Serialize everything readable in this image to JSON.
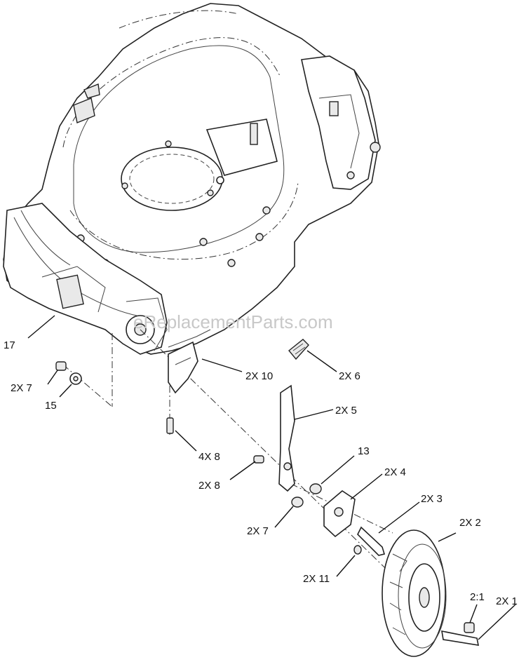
{
  "watermark": "eReplacementParts.com",
  "callouts": [
    {
      "id": "17",
      "text": "17"
    },
    {
      "id": "2x7a",
      "text": "2X 7"
    },
    {
      "id": "15",
      "text": "15"
    },
    {
      "id": "2x10",
      "text": "2X 10"
    },
    {
      "id": "2x6",
      "text": "2X 6"
    },
    {
      "id": "2x5",
      "text": "2X 5"
    },
    {
      "id": "4x8",
      "text": "4X 8"
    },
    {
      "id": "13",
      "text": "13"
    },
    {
      "id": "2x8",
      "text": "2X 8"
    },
    {
      "id": "2x4",
      "text": "2X 4"
    },
    {
      "id": "2x3",
      "text": "2X 3"
    },
    {
      "id": "2x7b",
      "text": "2X 7"
    },
    {
      "id": "2x2",
      "text": "2X 2"
    },
    {
      "id": "2x11",
      "text": "2X 11"
    },
    {
      "id": "21",
      "text": "2:1"
    },
    {
      "id": "2x1",
      "text": "2X 1"
    }
  ]
}
